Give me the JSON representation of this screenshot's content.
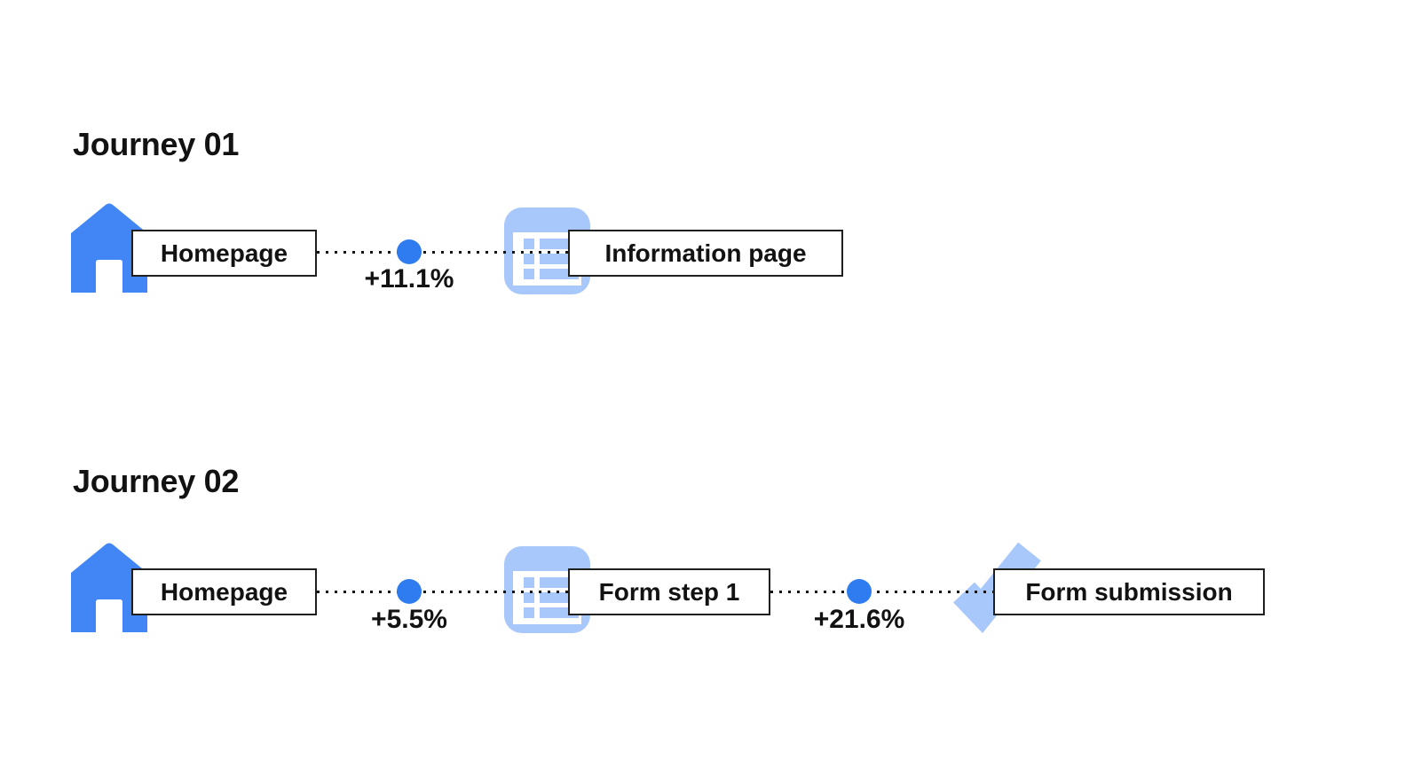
{
  "colors": {
    "primary_blue": "#4285F4",
    "dot_blue": "#2E7CF0",
    "light_blue": "#A8C7FA",
    "line_black": "#141414",
    "text_black": "#121212",
    "box_border": "#1F1F1F"
  },
  "journeys": [
    {
      "title": "Journey 01",
      "steps": [
        {
          "label": "Homepage",
          "icon": "home-icon"
        },
        {
          "label": "Information page",
          "icon": "page-list-icon"
        }
      ],
      "transitions": [
        {
          "value": "+11.1%"
        }
      ]
    },
    {
      "title": "Journey 02",
      "steps": [
        {
          "label": "Homepage",
          "icon": "home-icon"
        },
        {
          "label": "Form step 1",
          "icon": "page-list-icon"
        },
        {
          "label": "Form submission",
          "icon": "checkmark-icon"
        }
      ],
      "transitions": [
        {
          "value": "+5.5%"
        },
        {
          "value": "+21.6%"
        }
      ]
    }
  ]
}
